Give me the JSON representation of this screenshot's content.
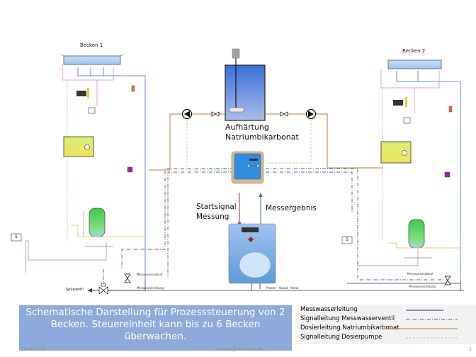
{
  "diagram": {
    "basins": [
      {
        "label": "Becken 1"
      },
      {
        "label": "Becken 2"
      }
    ],
    "center_tank_label_line1": "Aufhärtung",
    "center_tank_label_line2": "Natriumbikarbonat",
    "start_signal_line1": "Startsignal",
    "start_signal_line2": "Messung",
    "result_label": "Messergebnis",
    "flush_valve_label": "Spülventil",
    "measure_water_outlet_label": "Messwasserablauf",
    "measure_water_line_label": "Messwasserleitung",
    "analyzer_note": "Proben · Ablauf · Kanal",
    "sample_label": "5"
  },
  "caption": {
    "text": "Schematische Darstellung für Prozesssteuerung von 2 Becken. Steuereinheit kann bis zu 6 Becken überwachen."
  },
  "legend": {
    "items": [
      {
        "label": "Messwasserleitung",
        "style": "solid",
        "color": "#1f2f6e"
      },
      {
        "label": "Signalleitung Messwasserventil",
        "style": "dashdot",
        "color": "#1f2f6e"
      },
      {
        "label": "Dosierleitung Natriumbikarbonat",
        "style": "solid",
        "color": "#c07830"
      },
      {
        "label": "Signalleitung Dosierpumpe",
        "style": "dashed",
        "color": "#8fcf6a"
      }
    ]
  },
  "footer": {
    "date": "14.06.2013",
    "website": "www.heylneomeris.de",
    "page": "1"
  },
  "colors": {
    "caption_bg": "#8eaadb",
    "legend_bg": "#f2f2f2",
    "measure_line": "#1f2f6e",
    "dosing_line": "#c07830",
    "pump_signal": "#8fcf6a",
    "start_signal": "#d02020",
    "result_signal": "#208040"
  }
}
